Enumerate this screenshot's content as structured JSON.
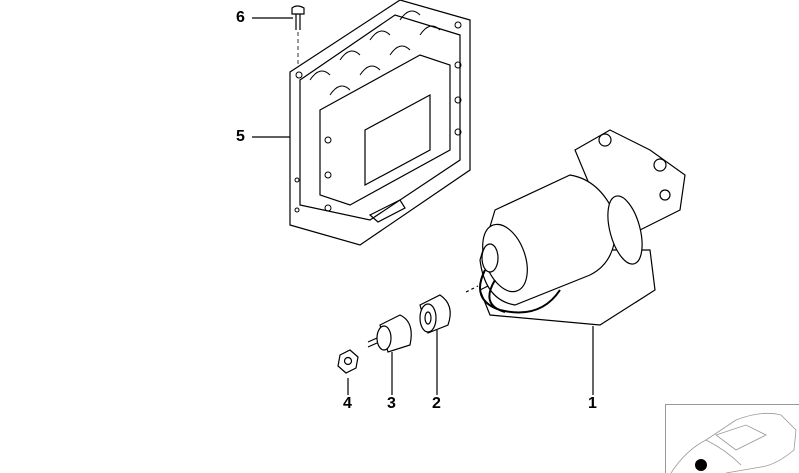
{
  "callouts": [
    {
      "id": "6",
      "label": "6"
    },
    {
      "id": "5",
      "label": "5"
    },
    {
      "id": "4",
      "label": "4"
    },
    {
      "id": "3",
      "label": "3"
    },
    {
      "id": "2",
      "label": "2"
    },
    {
      "id": "1",
      "label": "1"
    }
  ],
  "colors": {
    "line": "#000000",
    "marker": "#000000",
    "thumb_border": "#999999"
  }
}
